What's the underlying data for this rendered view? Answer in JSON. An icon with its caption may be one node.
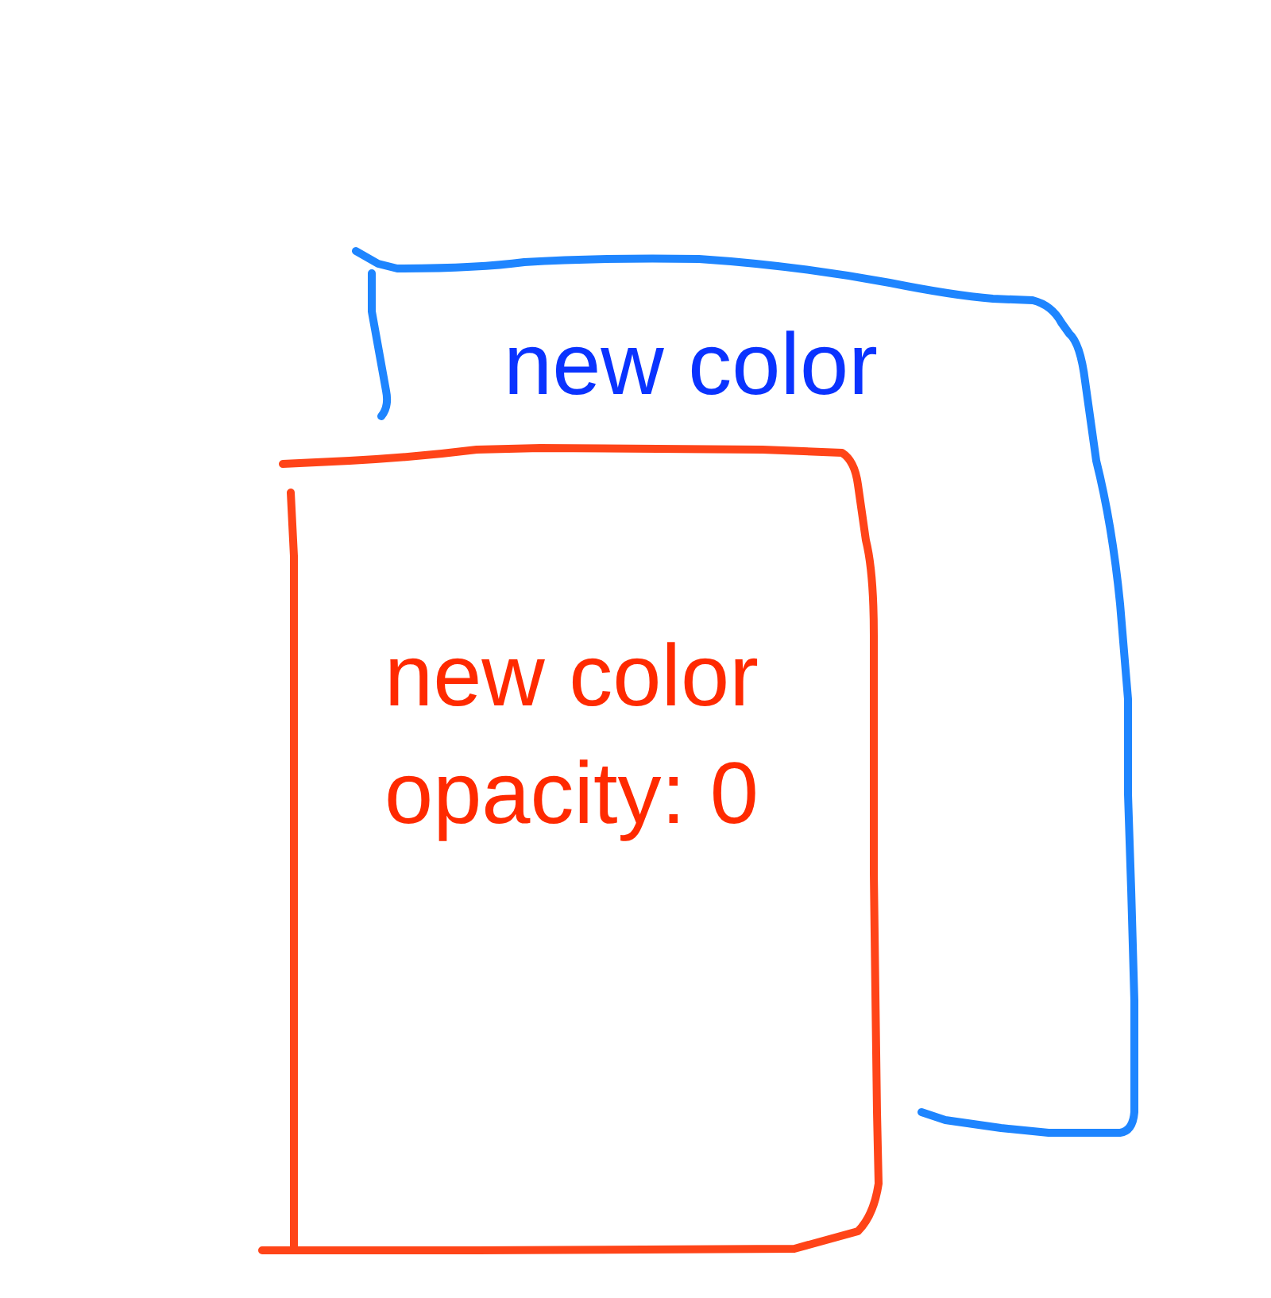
{
  "diagram": {
    "nodes": [
      {
        "text": [
          "new color"
        ]
      },
      {
        "text": [
          "new color",
          "opacity: 0"
        ]
      }
    ]
  }
}
